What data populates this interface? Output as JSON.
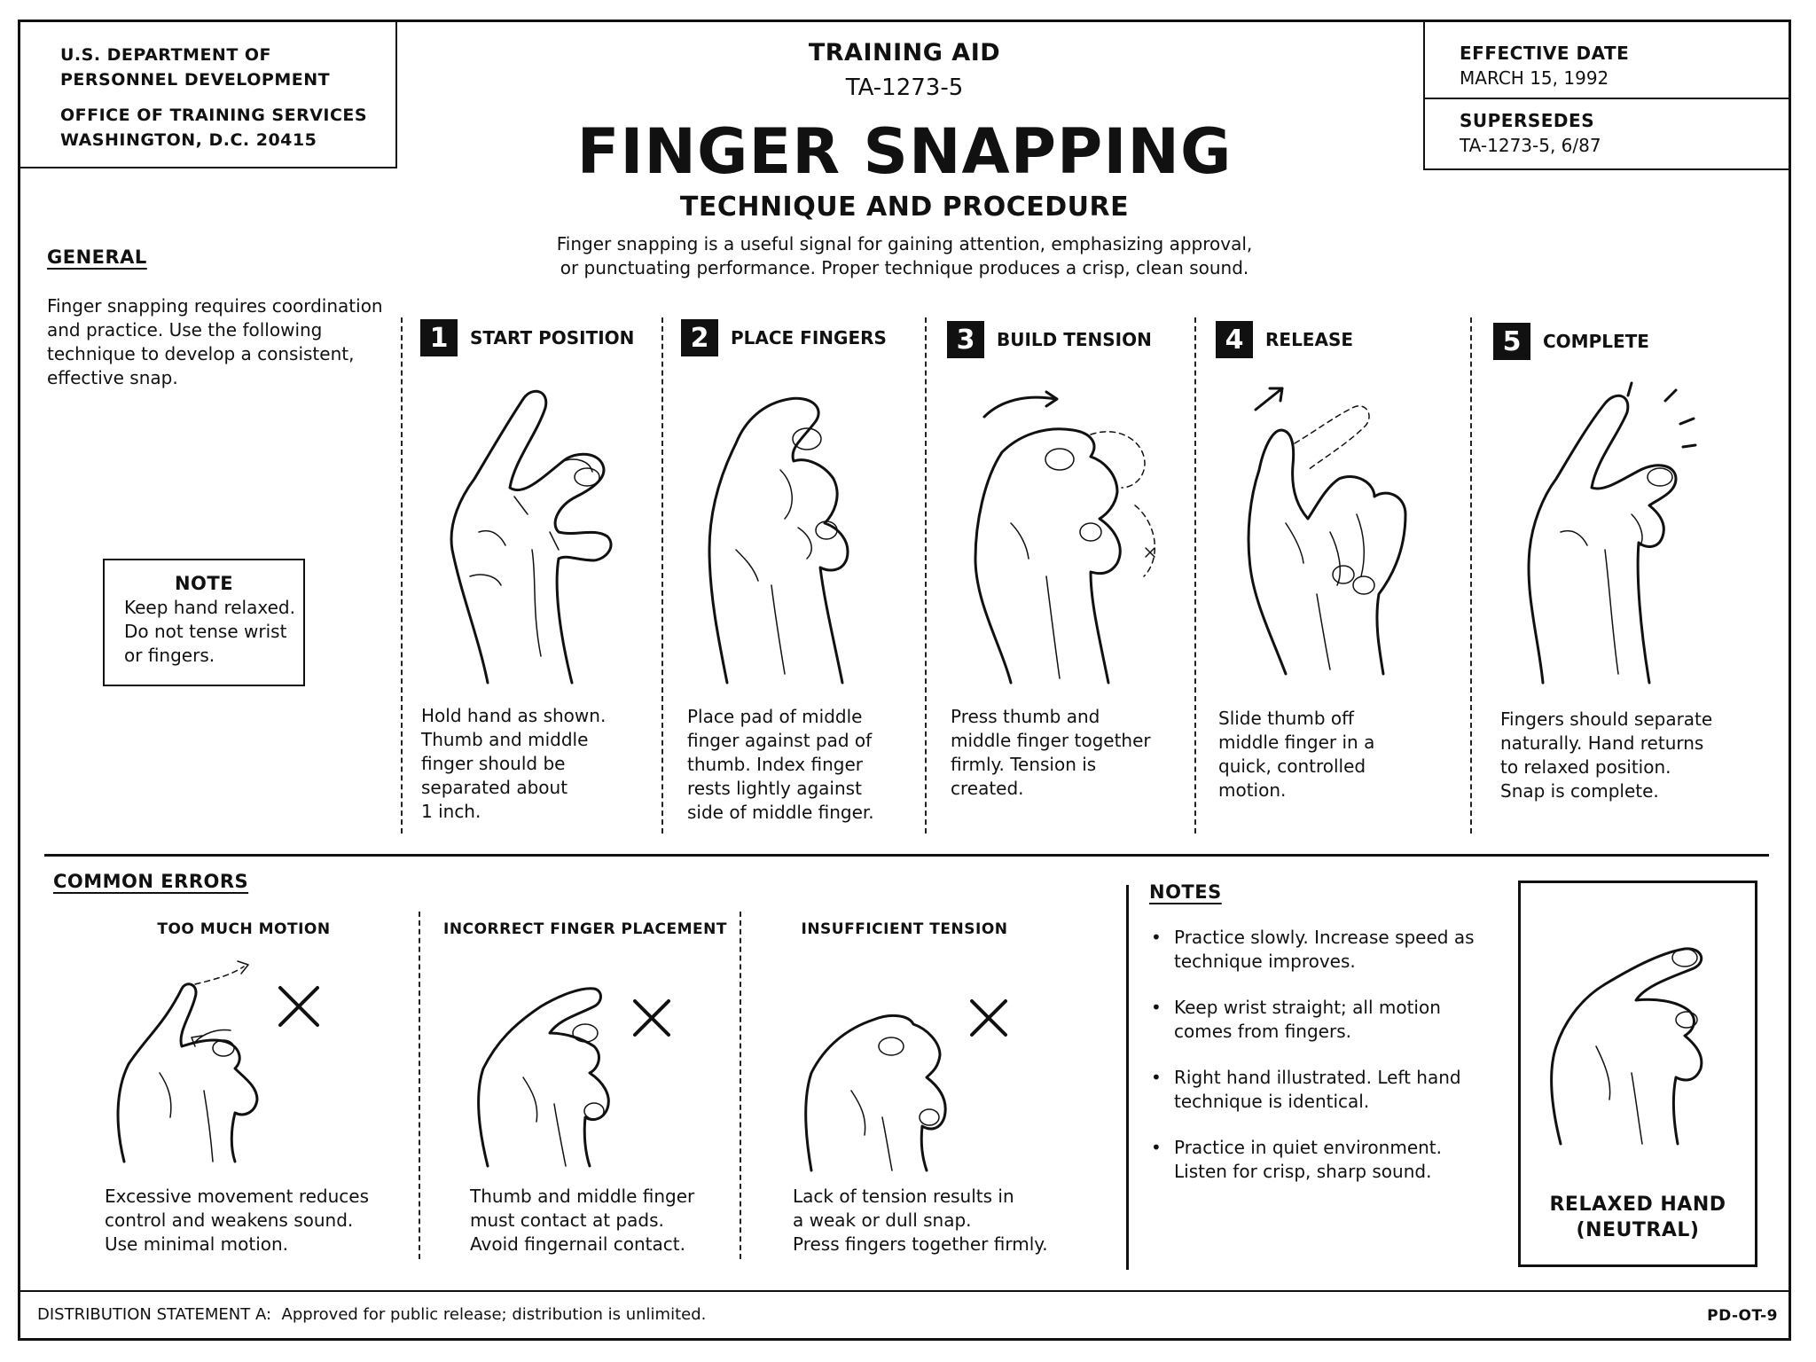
{
  "header": {
    "org_line1": "U.S. DEPARTMENT OF",
    "org_line2": "PERSONNEL DEVELOPMENT",
    "office_line1": "OFFICE OF TRAINING SERVICES",
    "office_line2": "WASHINGTON, D.C. 20415",
    "training_aid": "TRAINING AID",
    "doc_number": "TA-1273-5",
    "title": "FINGER SNAPPING",
    "subtitle": "TECHNIQUE AND PROCEDURE",
    "intro_line1": "Finger snapping is a useful signal for gaining attention, emphasizing approval,",
    "intro_line2": "or punctuating performance.  Proper technique produces a crisp, clean sound.",
    "effective_label": "EFFECTIVE DATE",
    "effective_value": "MARCH 15, 1992",
    "supersedes_label": "SUPERSEDES",
    "supersedes_value": "TA-1273-5, 6/87"
  },
  "general": {
    "heading": "GENERAL",
    "text": "Finger snapping requires coordination\nand practice.  Use the following\ntechnique to develop a consistent,\neffective snap."
  },
  "note": {
    "heading": "NOTE",
    "text": "Keep hand relaxed.\nDo not tense wrist\nor fingers."
  },
  "steps": [
    {
      "number": "1",
      "title": "START POSITION",
      "text": "Hold hand as shown.\nThumb and middle\nfinger should be\nseparated about\n1 inch."
    },
    {
      "number": "2",
      "title": "PLACE FINGERS",
      "text": "Place pad of middle\nfinger against pad of\nthumb.  Index finger\nrests lightly against\nside of middle finger."
    },
    {
      "number": "3",
      "title": "BUILD TENSION",
      "text": "Press thumb and\nmiddle finger together\nfirmly.  Tension is\ncreated."
    },
    {
      "number": "4",
      "title": "RELEASE",
      "text": "Slide thumb off\nmiddle finger in a\nquick, controlled\nmotion."
    },
    {
      "number": "5",
      "title": "COMPLETE",
      "text": "Fingers should separate\nnaturally.  Hand returns\nto relaxed position.\nSnap is complete."
    }
  ],
  "errors": {
    "heading": "COMMON ERRORS",
    "items": [
      {
        "title": "TOO MUCH MOTION",
        "text": "Excessive movement reduces\ncontrol and weakens sound.\nUse minimal motion."
      },
      {
        "title": "INCORRECT FINGER PLACEMENT",
        "text": "Thumb and middle finger\nmust contact at pads.\nAvoid fingernail contact."
      },
      {
        "title": "INSUFFICIENT TENSION",
        "text": "Lack of tension results in\na weak or dull snap.\nPress fingers together firmly."
      }
    ]
  },
  "notes": {
    "heading": "NOTES",
    "items": [
      "Practice slowly.  Increase speed as\ntechnique improves.",
      "Keep wrist straight; all motion\ncomes from fingers.",
      "Right hand illustrated.  Left hand\ntechnique is identical.",
      "Practice in quiet environment.\nListen for crisp, sharp sound."
    ]
  },
  "relaxed": {
    "line1": "RELAXED HAND",
    "line2": "(NEUTRAL)"
  },
  "footer": {
    "distribution_label": "DISTRIBUTION STATEMENT A:",
    "distribution_text": "Approved for public release; distribution is unlimited.",
    "code": "PD-OT-9"
  }
}
